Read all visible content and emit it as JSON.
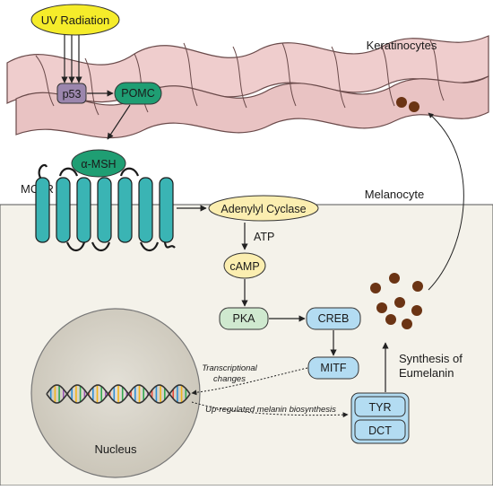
{
  "labels": {
    "uv_radiation": "UV Radiation",
    "keratinocytes": "Keratinocytes",
    "p53": "p53",
    "pomc": "POMC",
    "alpha_msh": "α-MSH",
    "mc1r": "MC1R",
    "melanocyte": "Melanocyte",
    "adenylyl_cyclase": "Adenylyl Cyclase",
    "atp": "ATP",
    "camp": "cAMP",
    "pka": "PKA",
    "creb": "CREB",
    "mitf": "MITF",
    "tyr": "TYR",
    "dct": "DCT",
    "transcriptional_line1": "Transcriptional",
    "transcriptional_line2": "changes",
    "upregulated": "Up-regulated melanin biosynthesis",
    "synthesis_line1": "Synthesis of",
    "synthesis_line2": "Eumelanin",
    "nucleus": "Nucleus"
  },
  "colors": {
    "uv_yellow": "#f5ec2a",
    "keratinocyte_pink": "#efcdcd",
    "p53_purple": "#9b86ad",
    "pomc_green": "#1f9e73",
    "receptor_teal": "#3ab4b4",
    "adenylyl_yellow": "#fbeeb0",
    "pka_green": "#cfe9cf",
    "creb_blue": "#b3dcf2",
    "cell_bg": "#f4f2ea",
    "nucleus_gray": "#d7d3c8",
    "melanin_brown": "#6b3414"
  }
}
